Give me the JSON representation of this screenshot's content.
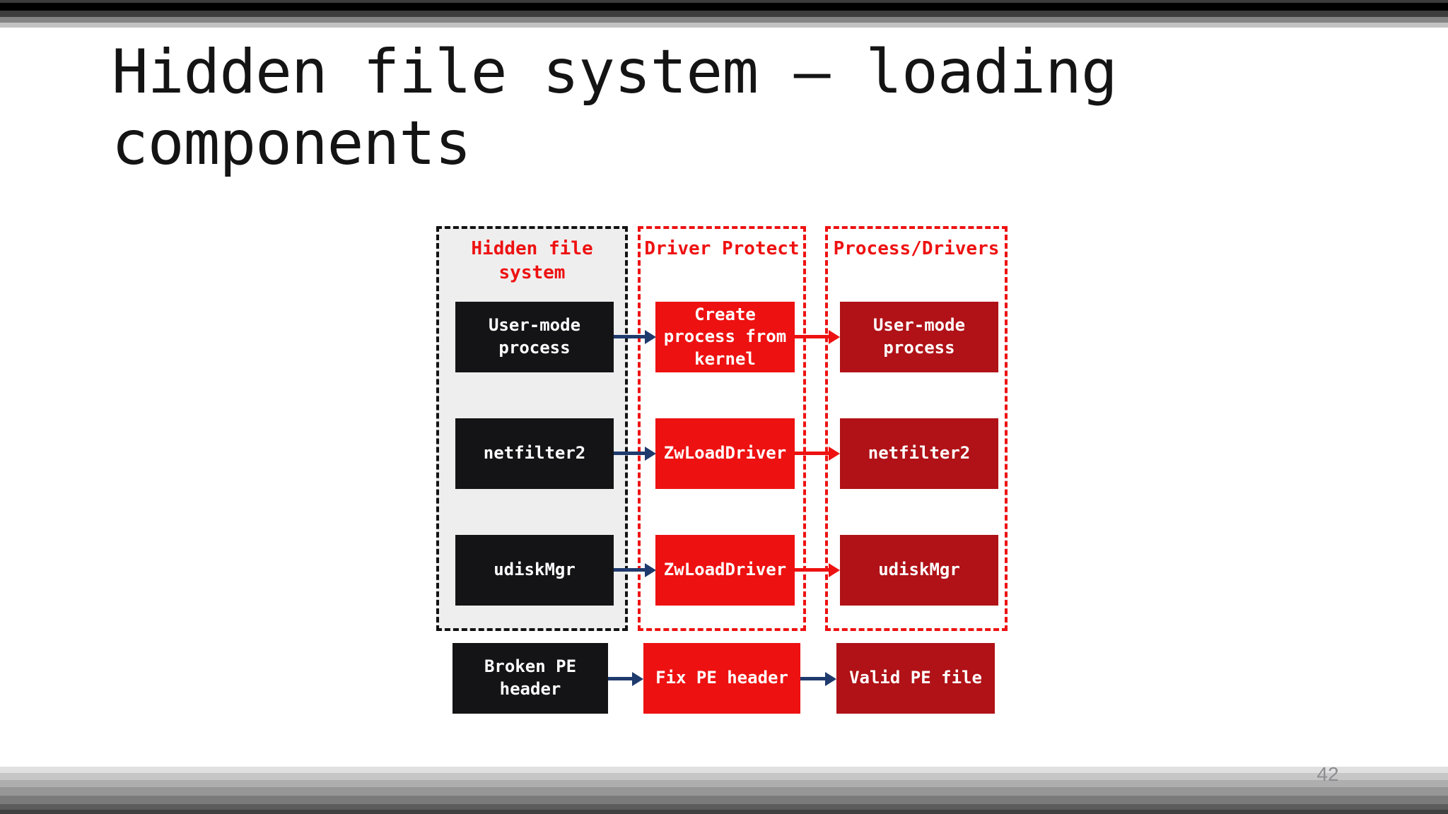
{
  "slide": {
    "title": "Hidden file system – loading components",
    "page_number": "42"
  },
  "diagram": {
    "columns": [
      {
        "label": "Hidden file system"
      },
      {
        "label": "Driver Protect"
      },
      {
        "label": "Process/Drivers"
      }
    ],
    "rows": [
      {
        "source": "User-mode process",
        "action": "Create process from kernel",
        "result": "User-mode process"
      },
      {
        "source": "netfilter2",
        "action": "ZwLoadDriver",
        "result": "netfilter2"
      },
      {
        "source": "udiskMgr",
        "action": "ZwLoadDriver",
        "result": "udiskMgr"
      }
    ],
    "pe_flow": {
      "source": "Broken PE header",
      "action": "Fix PE header",
      "result": "Valid PE file"
    }
  },
  "colors": {
    "accent-red": "#ee1111",
    "dark-red": "#b01217",
    "navy": "#1f3a6d",
    "box-black": "#141416",
    "panel-gray": "#efeeee",
    "page-number-gray": "#8d8d92"
  }
}
